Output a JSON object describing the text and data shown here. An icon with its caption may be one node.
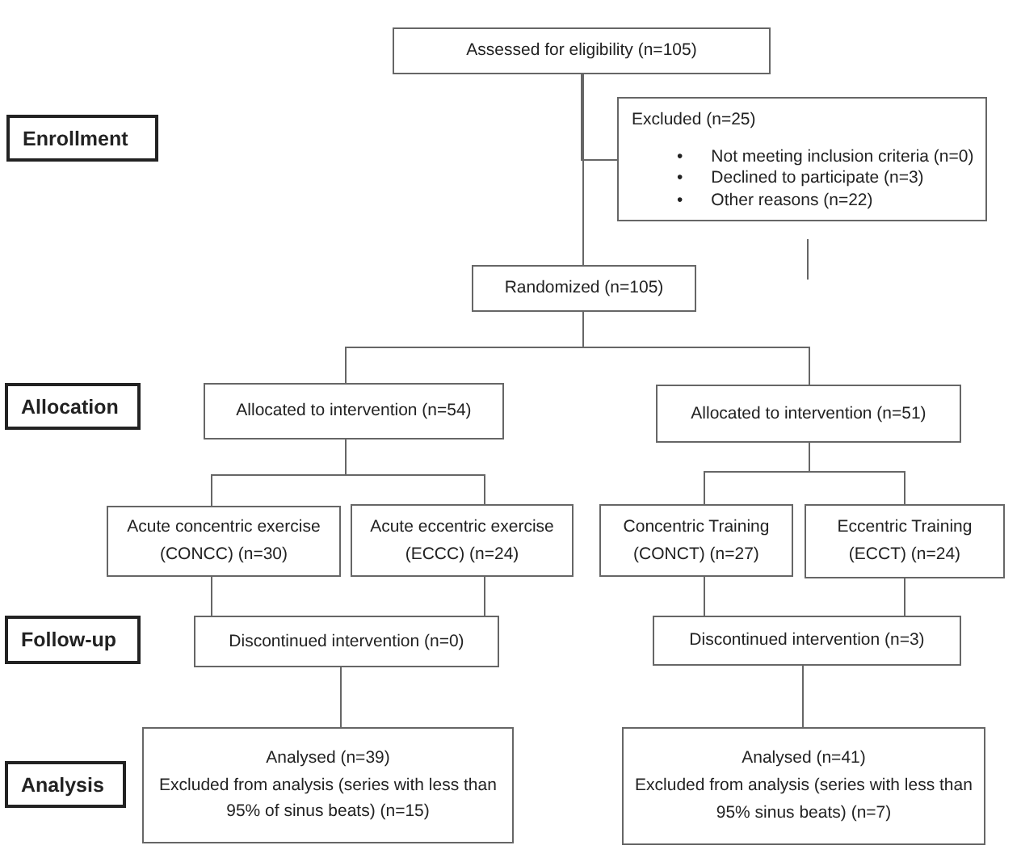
{
  "diagram": {
    "nodes": [
      {
        "text": [
          "Enrollment"
        ]
      },
      {
        "text": [
          "Assessed for eligibility (n=105)"
        ]
      },
      {
        "text": [
          "Excluded (n=25)",
          "•      Not meeting inclusion criteria (n=0)",
          "•      Declined to participate (n=3)",
          "•      Other reasons (n=22)"
        ]
      },
      {
        "text": [
          "Randomized (n=105)"
        ]
      },
      {
        "text": [
          "Allocation"
        ]
      },
      {
        "text": [
          "Allocated to intervention (n=54)"
        ]
      },
      {
        "text": [
          "Allocated to intervention (n=51)"
        ]
      },
      {
        "text": [
          "Acute concentric exercise (CONCC) (n=30)"
        ]
      },
      {
        "text": [
          "Acute eccentric exercise (ECCC) (n=24)"
        ]
      },
      {
        "text": [
          "Concentric Training (CONCT) (n=27)"
        ]
      },
      {
        "text": [
          "Eccentric Training (ECCT) (n=24)"
        ]
      },
      {
        "text": [
          "Follow-up"
        ]
      },
      {
        "text": [
          "Discontinued intervention (n=0)"
        ]
      },
      {
        "text": [
          "Discontinued intervention (n=3)"
        ]
      },
      {
        "text": [
          "Analysis"
        ]
      },
      {
        "text": [
          "Analysed (n=39)",
          "Excluded from analysis (series with less than 95% of sinus beats) (n=15)"
        ]
      },
      {
        "text": [
          "Analysed (n=41)",
          "Excluded from analysis (series with less than 95% sinus beats) (n=7)"
        ]
      }
    ],
    "edges": [
      {
        "from": 1,
        "to": 3,
        "arrow": "none"
      },
      {
        "from": 1,
        "to": 2,
        "arrow": "none"
      },
      {
        "from": 3,
        "to": 5,
        "arrow": "none"
      },
      {
        "from": 3,
        "to": 6,
        "arrow": "none"
      },
      {
        "from": 5,
        "to": 7,
        "arrow": "none"
      },
      {
        "from": 5,
        "to": 8,
        "arrow": "none"
      },
      {
        "from": 6,
        "to": 9,
        "arrow": "none"
      },
      {
        "from": 6,
        "to": 10,
        "arrow": "none"
      },
      {
        "from": 7,
        "to": 12,
        "arrow": "none"
      },
      {
        "from": 8,
        "to": 12,
        "arrow": "none"
      },
      {
        "from": 9,
        "to": 13,
        "arrow": "none"
      },
      {
        "from": 10,
        "to": 13,
        "arrow": "none"
      },
      {
        "from": 12,
        "to": 15,
        "arrow": "none"
      },
      {
        "from": 13,
        "to": 16,
        "arrow": "none"
      }
    ]
  }
}
